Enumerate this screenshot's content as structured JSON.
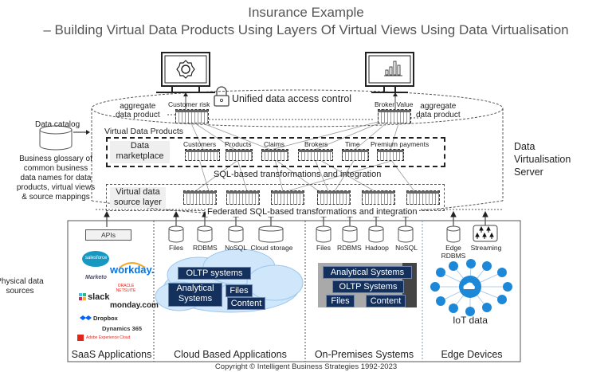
{
  "title": {
    "line1": "Insurance  Example",
    "line2": "– Building Virtual Data Products Using Layers Of Virtual Views Using Data Virtualisation"
  },
  "consumers": {
    "left_monitor_icon": "gear-icon",
    "right_monitor_icon": "bar-chart-icon"
  },
  "access_control": {
    "icon": "lock-icon",
    "label": "Unified data access control"
  },
  "aggregate_products": [
    {
      "table_label": "Customer risk",
      "caption": "aggregate\ndata product"
    },
    {
      "table_label": "Broker Value",
      "caption": "aggregate\ndata product"
    }
  ],
  "aggregate_caption_line1": "aggregate",
  "aggregate_caption_line2": "data product",
  "virtual_data_products_label": "Virtual Data Products",
  "data_marketplace": {
    "label_line1": "Data",
    "label_line2": "marketplace",
    "products": [
      "Customers",
      "Products",
      "Claims",
      "Brokers",
      "Time",
      "Premium payments"
    ]
  },
  "sql_transform_label": "SQL-based transformations and integration",
  "virtual_source_layer": {
    "label_line1": "Virtual data",
    "label_line2": "source layer",
    "table_count": 6
  },
  "federated_label": "Federated SQL-based transformations and integration",
  "server_label": [
    "Data",
    "Virtualisation",
    "Server"
  ],
  "data_catalog": {
    "title": "Data catalog",
    "description": [
      "Business glossary of",
      "common business",
      "data names for data",
      "products, virtual views",
      "& source mappings"
    ]
  },
  "physical_sources_label": [
    "Physical data",
    "sources"
  ],
  "sections": {
    "saas": {
      "title": "SaaS Applications",
      "apis_label": "APIs",
      "logos": [
        "salesforce",
        "workday.",
        "Marketo",
        "ORACLE NETSUITE",
        "slack",
        "monday.com",
        "Dropbox",
        "Dynamics 365",
        "Adobe Experience Cloud"
      ]
    },
    "cloud": {
      "title": "Cloud Based Applications",
      "stores": [
        "Files",
        "RDBMS",
        "NoSQL",
        "Cloud storage"
      ],
      "systems": [
        "OLTP systems",
        "Analytical Systems",
        "Files",
        "Content"
      ]
    },
    "onprem": {
      "title": "On-Premises Systems",
      "stores": [
        "Files",
        "RDBMS",
        "Hadoop",
        "NoSQL"
      ],
      "systems": [
        "Analytical Systems",
        "OLTP Systems",
        "Files",
        "Content"
      ]
    },
    "edge": {
      "title": "Edge Devices",
      "stores": [
        "Edge RDBMS",
        "Streaming"
      ],
      "iot_label": "IoT data"
    }
  },
  "copyright": "Copyright © Intelligent Business Strategies 1992-2023",
  "colors": {
    "navy": "#14305c",
    "cloud_blue": "#cfe6fb",
    "iot_blue": "#1e88d8",
    "salesforce": "#1798c1",
    "workday": "#f5a623",
    "oracle": "#e2231a",
    "adobe": "#e1251b"
  }
}
